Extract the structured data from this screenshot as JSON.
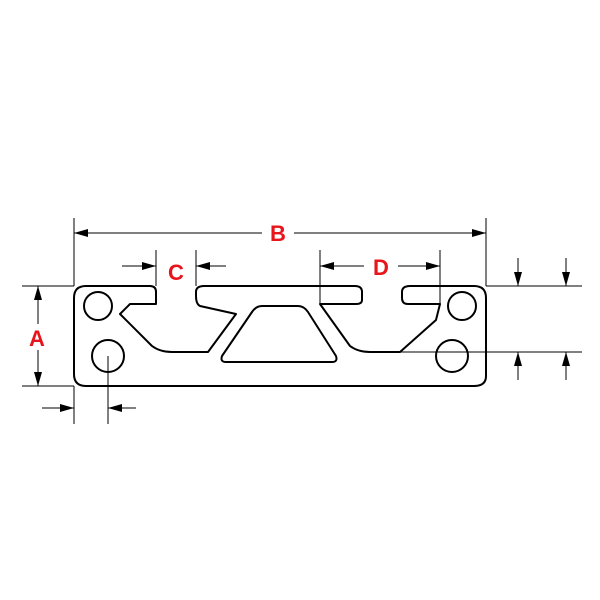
{
  "dimensions": {
    "a_label": "A",
    "b_label": "B",
    "c_label": "C",
    "d_label": "D"
  },
  "colors": {
    "dimension_label": "#e8141c",
    "line": "#000000",
    "background": "#ffffff"
  }
}
